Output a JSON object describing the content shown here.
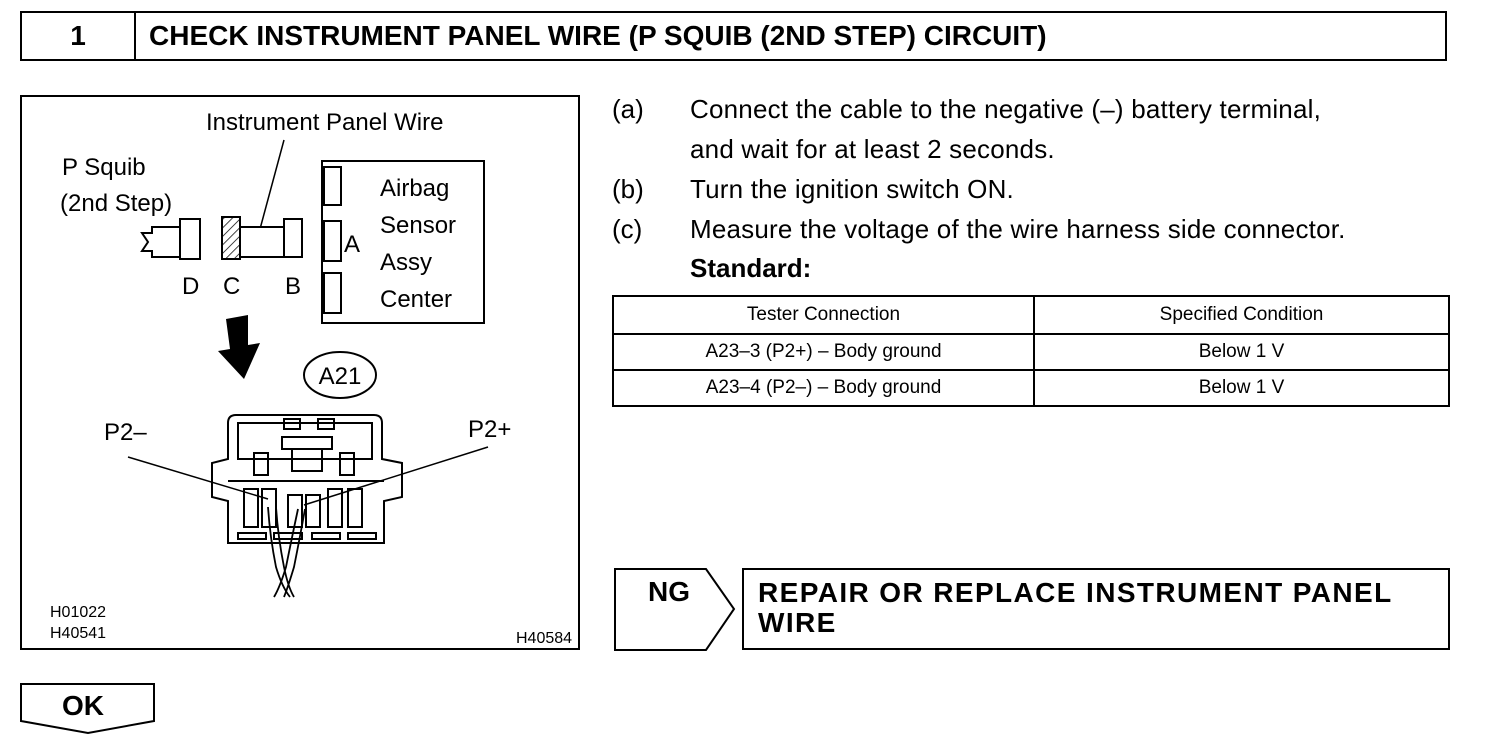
{
  "header": {
    "step_number": "1",
    "title": "CHECK INSTRUMENT PANEL WIRE (P SQUIB (2ND STEP) CIRCUIT)"
  },
  "figure": {
    "instrument_panel_wire_label": "Instrument Panel Wire",
    "p_squib_line1": "P Squib",
    "p_squib_line2": "(2nd Step)",
    "connector_d": "D",
    "connector_c": "C",
    "connector_b": "B",
    "connector_a": "A",
    "airbag_line1": "Airbag",
    "airbag_line2": "Sensor",
    "airbag_line3": "Assy",
    "airbag_line4": "Center",
    "connector_id": "A21",
    "p2_minus": "P2–",
    "p2_plus": "P2+",
    "code_1": "H01022",
    "code_2": "H40541",
    "code_3": "H40584"
  },
  "steps": [
    {
      "letter": "(a)",
      "line1": "Connect the cable to the negative (–) battery terminal,",
      "line2": "and wait for at least 2 seconds."
    },
    {
      "letter": "(b)",
      "line1": "Turn the ignition switch ON."
    },
    {
      "letter": "(c)",
      "line1": "Measure the voltage of the wire harness side connector."
    }
  ],
  "standard_label": "Standard:",
  "table": {
    "headers": [
      "Tester Connection",
      "Specified Condition"
    ],
    "rows": [
      [
        "A23–3 (P2+) – Body ground",
        "Below 1 V"
      ],
      [
        "A23–4 (P2–) – Body ground",
        "Below 1 V"
      ]
    ]
  },
  "ng": {
    "label": "NG",
    "action_line1": "REPAIR OR REPLACE INSTRUMENT PANEL",
    "action_line2": "WIRE"
  },
  "ok": {
    "label": "OK"
  }
}
